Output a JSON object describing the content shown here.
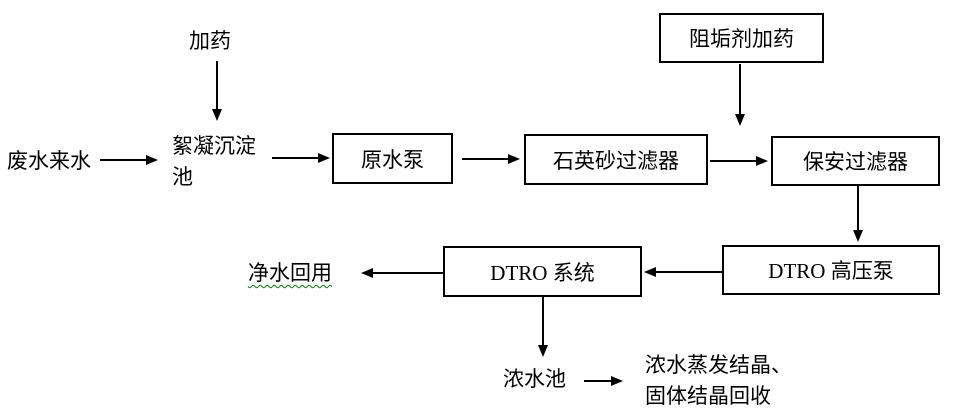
{
  "diagram": {
    "type": "flowchart",
    "labels": {
      "dosing": "加药",
      "wastewater_inflow": "废水来水",
      "flocculation_tank": "絮凝沉淀\n池",
      "clean_water_reuse": "净水回用",
      "concentrate_tank": "浓水池",
      "concentrate_treatment": "浓水蒸发结晶、\n固体结晶回收"
    },
    "nodes": {
      "raw_water_pump": "原水泵",
      "quartz_sand_filter": "石英砂过滤器",
      "antiscalant_dosing": "阻垢剂加药",
      "cartridge_filter": "保安过滤器",
      "dtro_high_pressure_pump": "DTRO 高压泵",
      "dtro_system": "DTRO 系统"
    },
    "colors": {
      "line": "#000000",
      "background": "#ffffff",
      "spellcheck_underline": "#008000"
    }
  }
}
